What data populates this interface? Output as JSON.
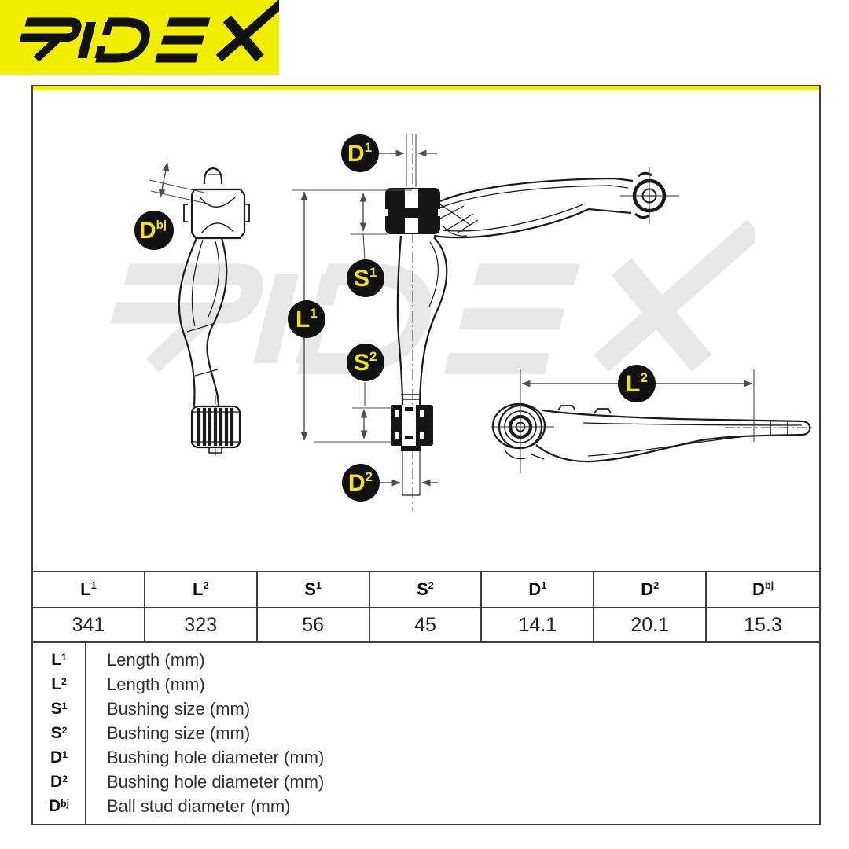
{
  "logo": {
    "text": "RIDEX"
  },
  "watermark": {
    "text": "RIDEX"
  },
  "colors": {
    "brand_yellow": "#F2EE00",
    "callout_bg": "#111111",
    "callout_text": "#F2E500",
    "drawing_line": "#1a1a1a",
    "dimension_line": "#4d4d4d",
    "watermark_gray": "#e7e7e7",
    "border_gray": "#3f3f3f"
  },
  "callouts": [
    {
      "base": "D",
      "sup": "bj"
    },
    {
      "base": "D",
      "sup": "1"
    },
    {
      "base": "S",
      "sup": "1"
    },
    {
      "base": "L",
      "sup": "1"
    },
    {
      "base": "S",
      "sup": "2"
    },
    {
      "base": "D",
      "sup": "2"
    },
    {
      "base": "L",
      "sup": "2"
    }
  ],
  "table": {
    "headers": [
      {
        "base": "L",
        "sup": "1"
      },
      {
        "base": "L",
        "sup": "2"
      },
      {
        "base": "S",
        "sup": "1"
      },
      {
        "base": "S",
        "sup": "2"
      },
      {
        "base": "D",
        "sup": "1"
      },
      {
        "base": "D",
        "sup": "2"
      },
      {
        "base": "D",
        "sup": "bj"
      }
    ],
    "values": [
      "341",
      "323",
      "56",
      "45",
      "14.1",
      "20.1",
      "15.3"
    ]
  },
  "legend": {
    "items": [
      {
        "base": "L",
        "sup": "1",
        "description": "Length (mm)"
      },
      {
        "base": "L",
        "sup": "2",
        "description": "Length (mm)"
      },
      {
        "base": "S",
        "sup": "1",
        "description": "Bushing size (mm)"
      },
      {
        "base": "S",
        "sup": "2",
        "description": "Bushing size (mm)"
      },
      {
        "base": "D",
        "sup": "1",
        "description": "Bushing hole diameter (mm)"
      },
      {
        "base": "D",
        "sup": "2",
        "description": "Bushing hole diameter (mm)"
      },
      {
        "base": "D",
        "sup": "bj",
        "description": "Ball stud diameter (mm)"
      }
    ]
  }
}
